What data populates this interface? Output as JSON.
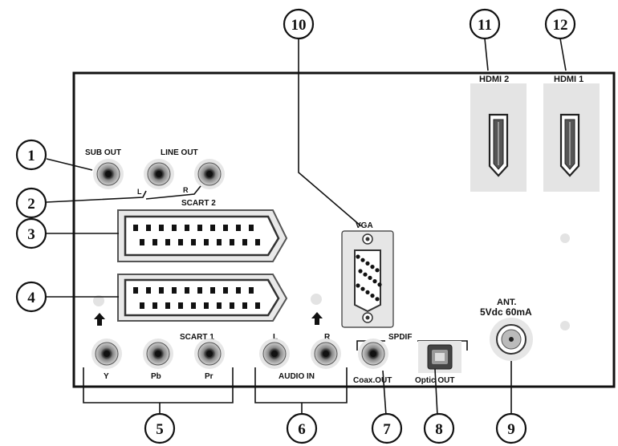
{
  "labels": {
    "sub_out": "SUB OUT",
    "line_out": "LINE OUT",
    "line_out_l": "L",
    "line_out_r": "R",
    "scart2": "SCART 2",
    "scart1": "SCART 1",
    "vga": "VGA",
    "hdmi2": "HDMI 2",
    "hdmi1": "HDMI 1",
    "ant_line1": "ANT.",
    "ant_line2": "5Vdc 60mA",
    "spdif": "SPDIF",
    "y": "Y",
    "pb": "Pb",
    "pr": "Pr",
    "audio_l": "L",
    "audio_r": "R",
    "audio_in": "AUDIO IN",
    "coax_out": "Coax.OUT",
    "optic_out": "Optic OUT"
  },
  "callouts": [
    "1",
    "2",
    "3",
    "4",
    "5",
    "6",
    "7",
    "8",
    "9",
    "10",
    "11",
    "12"
  ]
}
